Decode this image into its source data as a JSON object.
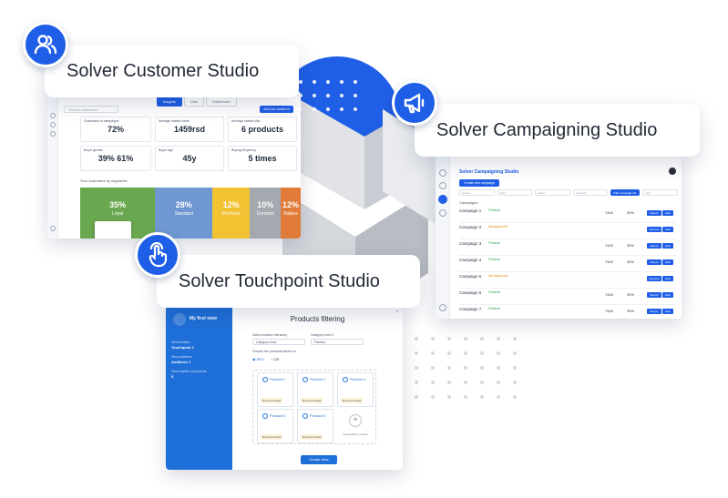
{
  "colors": {
    "brand_blue": "#1f5ee6",
    "touchpoint_blue": "#1f6fd8"
  },
  "labels": {
    "customer": "Solver Customer Studio",
    "campaign": "Solver Campaigning Studio",
    "touchpoint": "Solver Touchpoint Studio"
  },
  "icons": {
    "customer": "users-icon",
    "campaign": "megaphone-icon",
    "touchpoint": "tap-hand-icon"
  },
  "customer_screen": {
    "tabs": [
      "Insights",
      "Lists",
      "Dashboard"
    ],
    "search_placeholder": "Search customers",
    "action_button": "Add new audience",
    "kpis": [
      {
        "label": "Customers in campaigns",
        "value": "72%",
        "note": ""
      },
      {
        "label": "Average basket value",
        "value": "1459rsd",
        "note": ""
      },
      {
        "label": "Average basket size",
        "value": "6 products",
        "note": ""
      },
      {
        "label": "Buyer gender",
        "value": "39%  61%",
        "note": ""
      },
      {
        "label": "Buyer age",
        "value": "45y",
        "note": ""
      },
      {
        "label": "Buying frequency",
        "value": "5 times",
        "note": ""
      }
    ],
    "segment_label": "Your customers by segments",
    "segments": [
      {
        "pct": "35%",
        "name": "Loyal",
        "color": "#6aa84f"
      },
      {
        "pct": "28%",
        "name": "Standard",
        "color": "#6f97d1"
      },
      {
        "pct": "12%",
        "name": "Premium",
        "color": "#f1c232"
      },
      {
        "pct": "10%",
        "name": "Dormant",
        "color": "#a4a9b0"
      },
      {
        "pct": "12%",
        "name": "Babies",
        "color": "#e07b39"
      }
    ]
  },
  "campaign_screen": {
    "title": "Solver Campaigning Studio",
    "new_button": "Create new campaign",
    "filters": [
      "Search",
      "Date",
      "Status",
      "Channel",
      "Filter campaign list",
      "Sort"
    ],
    "list_header": "Campaigns",
    "campaigns": [
      {
        "name": "Campaign 1",
        "status": "Finished",
        "v1": "7403",
        "v2": "30%",
        "b1": "Report",
        "b2": "Edit"
      },
      {
        "name": "Campaign 2",
        "status": "Not approved",
        "v1": "",
        "v2": "",
        "b1": "Approve",
        "b2": "Edit"
      },
      {
        "name": "Campaign 3",
        "status": "Finished",
        "v1": "7403",
        "v2": "30%",
        "b1": "Report",
        "b2": "Edit"
      },
      {
        "name": "Campaign 4",
        "status": "Finished",
        "v1": "7403",
        "v2": "30%",
        "b1": "Report",
        "b2": "Edit"
      },
      {
        "name": "Campaign 5",
        "status": "Not approved",
        "v1": "",
        "v2": "",
        "b1": "Approve",
        "b2": "Edit"
      },
      {
        "name": "Campaign 6",
        "status": "Finished",
        "v1": "7403",
        "v2": "30%",
        "b1": "Report",
        "b2": "Edit"
      },
      {
        "name": "Campaign 7",
        "status": "Finished",
        "v1": "7403",
        "v2": "30%",
        "b1": "Report",
        "b2": "Edit"
      }
    ]
  },
  "touchpoint_screen": {
    "view_name": "My first view",
    "fields": [
      {
        "label": "View location",
        "value": "Touchpoint 1"
      },
      {
        "label": "View audience",
        "value": "Audience 1"
      },
      {
        "label": "View number of products",
        "value": "5"
      }
    ],
    "title": "Products filtering",
    "hierarchy_label": "Select location hierarchy",
    "hierarchy_value": "Category level",
    "category_label": "Category level 1",
    "category_value": "Fashion",
    "choose_label": "Choose the products based on",
    "radio_options": [
      "SKU",
      "CB"
    ],
    "products": [
      {
        "name": "Product 1",
        "tag": "Recommended"
      },
      {
        "name": "Product 2",
        "tag": "Recommended"
      },
      {
        "name": "Product 3",
        "tag": "Recommended"
      },
      {
        "name": "Product 4",
        "tag": "Recommended"
      },
      {
        "name": "Product 5",
        "tag": "Recommended"
      }
    ],
    "add_label": "Add another product",
    "create_button": "Create view"
  }
}
